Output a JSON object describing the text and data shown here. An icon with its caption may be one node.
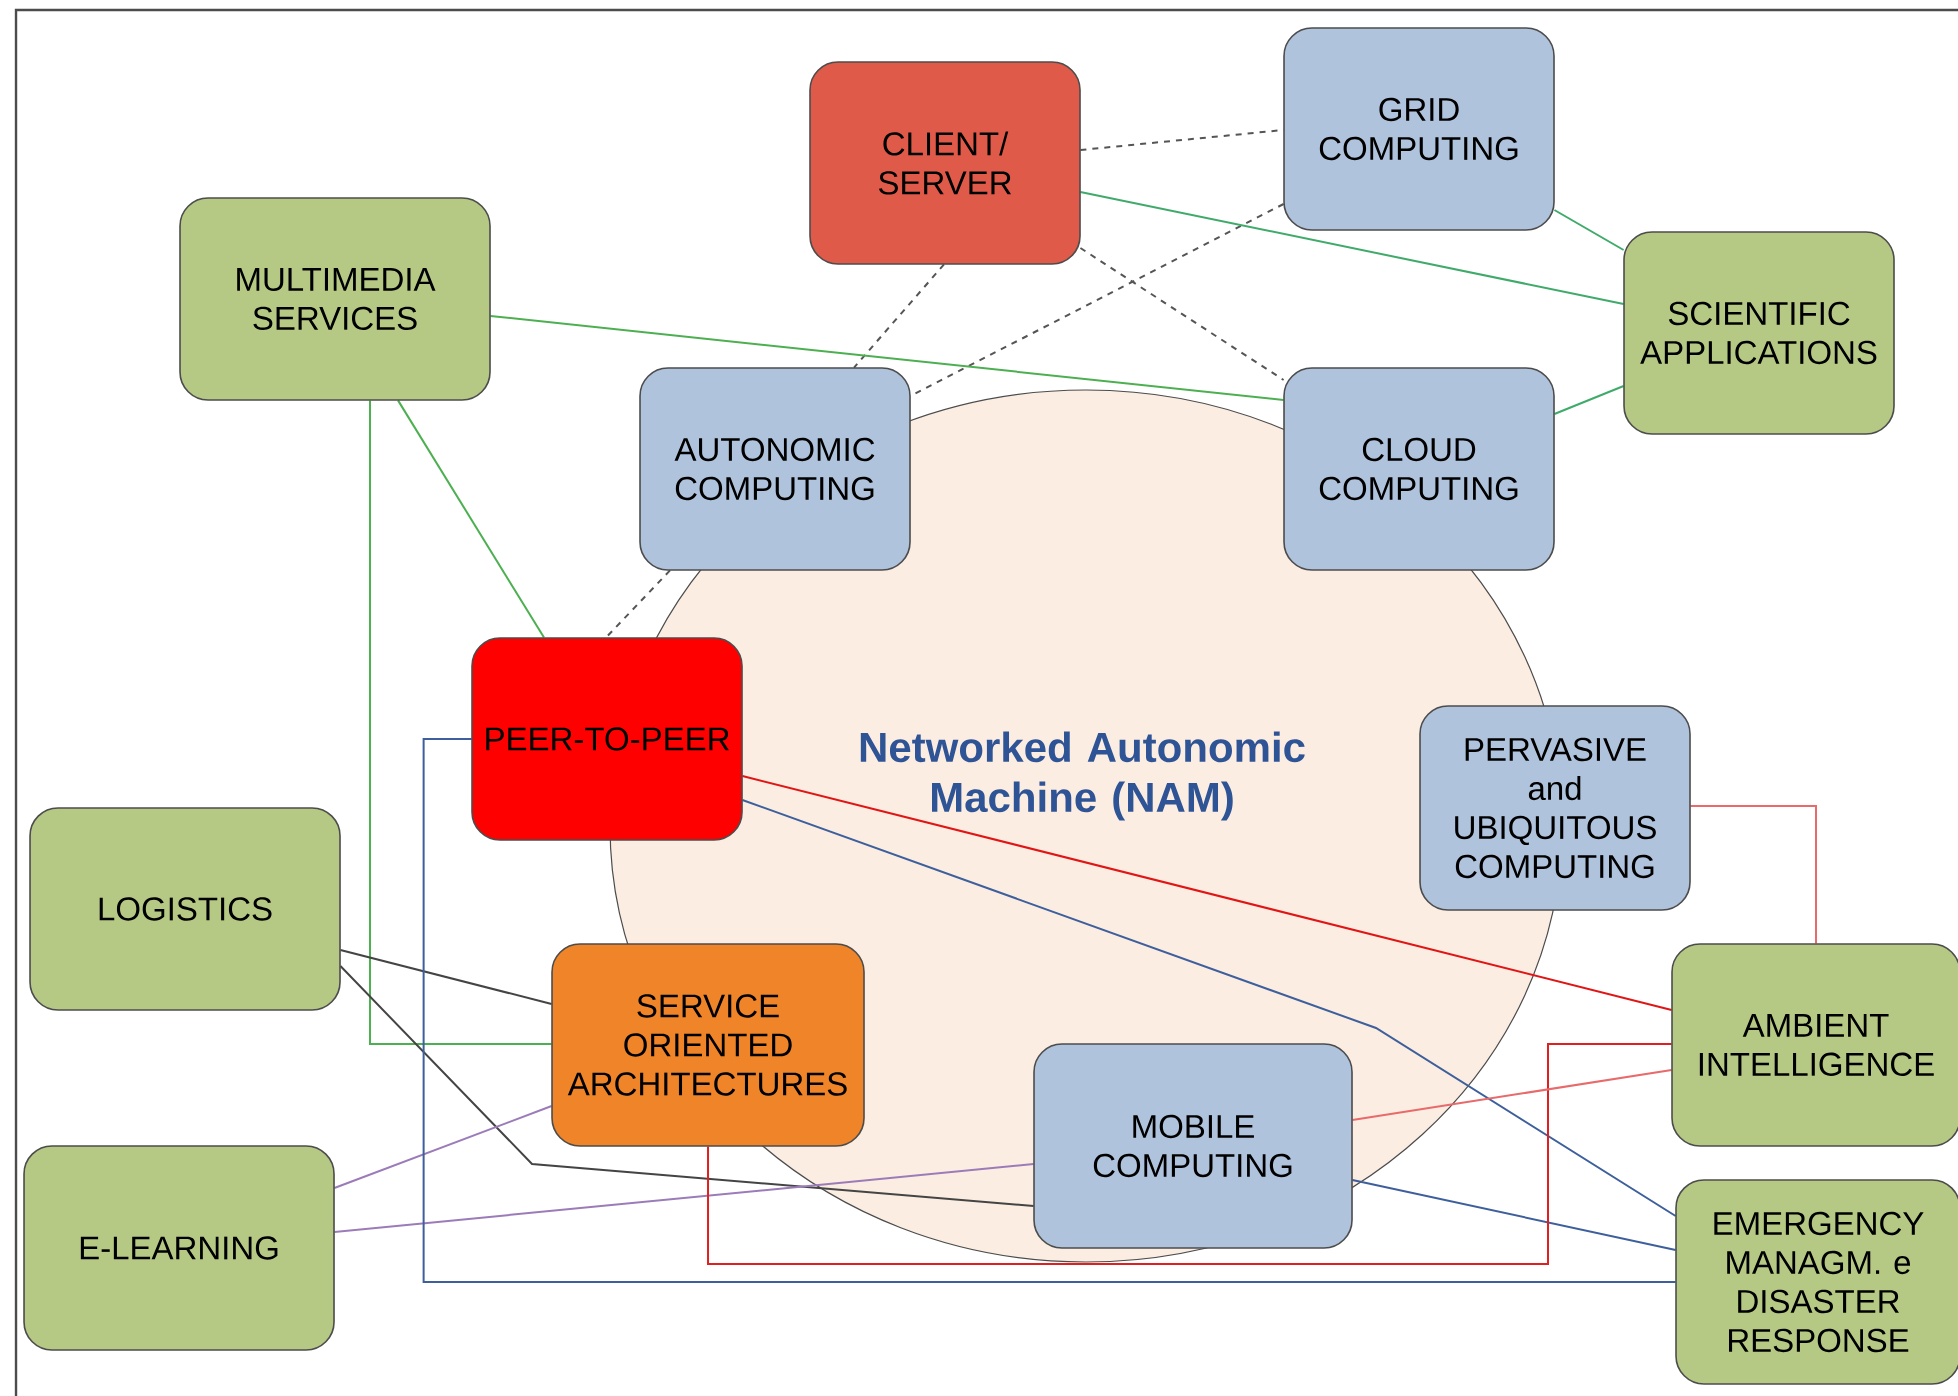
{
  "diagram": {
    "nodes": [
      {
        "text": [
          "Networked Autonomic Machine (NAM)"
        ]
      },
      {
        "text": [
          "CLIENT/ SERVER"
        ]
      },
      {
        "text": [
          "GRID COMPUTING"
        ]
      },
      {
        "text": [
          "MULTIMEDIA SERVICES"
        ]
      },
      {
        "text": [
          "SCIENTIFIC APPLICATIONS"
        ]
      },
      {
        "text": [
          "AUTONOMIC COMPUTING"
        ]
      },
      {
        "text": [
          "CLOUD COMPUTING"
        ]
      },
      {
        "text": [
          "PEER-TO-PEER"
        ]
      },
      {
        "text": [
          "PERVASIVE and UBIQUITOUS COMPUTING"
        ]
      },
      {
        "text": [
          "LOGISTICS"
        ]
      },
      {
        "text": [
          "SERVICE ORIENTED ARCHITECTURES"
        ]
      },
      {
        "text": [
          "MOBILE COMPUTING"
        ]
      },
      {
        "text": [
          "AMBIENT INTELLIGENCE"
        ]
      },
      {
        "text": [
          "E-LEARNING"
        ]
      },
      {
        "text": [
          "EMERGENCY MANAGM. e DISASTER RESPONSE"
        ]
      }
    ],
    "edges": [
      {
        "from": 1,
        "to": 2,
        "arrow": "none",
        "style": "dashed",
        "color": "#555555"
      },
      {
        "from": 1,
        "to": 6,
        "arrow": "none",
        "style": "dashed",
        "color": "#555555"
      },
      {
        "from": 1,
        "to": 5,
        "arrow": "none",
        "style": "dashed",
        "color": "#555555"
      },
      {
        "from": 2,
        "to": 5,
        "arrow": "none",
        "style": "dashed",
        "color": "#555555"
      },
      {
        "from": 5,
        "to": 7,
        "arrow": "none",
        "style": "dashed",
        "color": "#555555"
      },
      {
        "from": 1,
        "to": 4,
        "arrow": "none",
        "color": "#3faa6a"
      },
      {
        "from": 2,
        "to": 4,
        "arrow": "none",
        "color": "#3faa6a"
      },
      {
        "from": 6,
        "to": 4,
        "arrow": "none",
        "color": "#3faa6a"
      },
      {
        "from": 3,
        "to": 6,
        "arrow": "none",
        "color": "#4caf50"
      },
      {
        "from": 3,
        "to": 7,
        "arrow": "none",
        "color": "#4caf50"
      },
      {
        "from": 3,
        "to": 10,
        "arrow": "none",
        "color": "#4caf50"
      },
      {
        "from": 9,
        "to": 10,
        "arrow": "none",
        "color": "#444444"
      },
      {
        "from": 9,
        "to": 11,
        "arrow": "none",
        "color": "#444444"
      },
      {
        "from": 13,
        "to": 10,
        "arrow": "none",
        "color": "#9b7bb8"
      },
      {
        "from": 13,
        "to": 11,
        "arrow": "none",
        "color": "#9b7bb8"
      },
      {
        "from": 7,
        "to": 14,
        "arrow": "none",
        "color": "#3d5f9c"
      },
      {
        "from": 7,
        "to": 14,
        "arrow": "none",
        "color": "#3d5f9c"
      },
      {
        "from": 11,
        "to": 14,
        "arrow": "none",
        "color": "#3d5f9c"
      },
      {
        "from": 7,
        "to": 12,
        "arrow": "none",
        "color": "#e01515"
      },
      {
        "from": 8,
        "to": 12,
        "arrow": "none",
        "color": "#e86a6a"
      },
      {
        "from": 10,
        "to": 12,
        "arrow": "none",
        "color": "#e02020"
      },
      {
        "from": 11,
        "to": 12,
        "arrow": "none",
        "color": "#e86a6a"
      }
    ]
  }
}
